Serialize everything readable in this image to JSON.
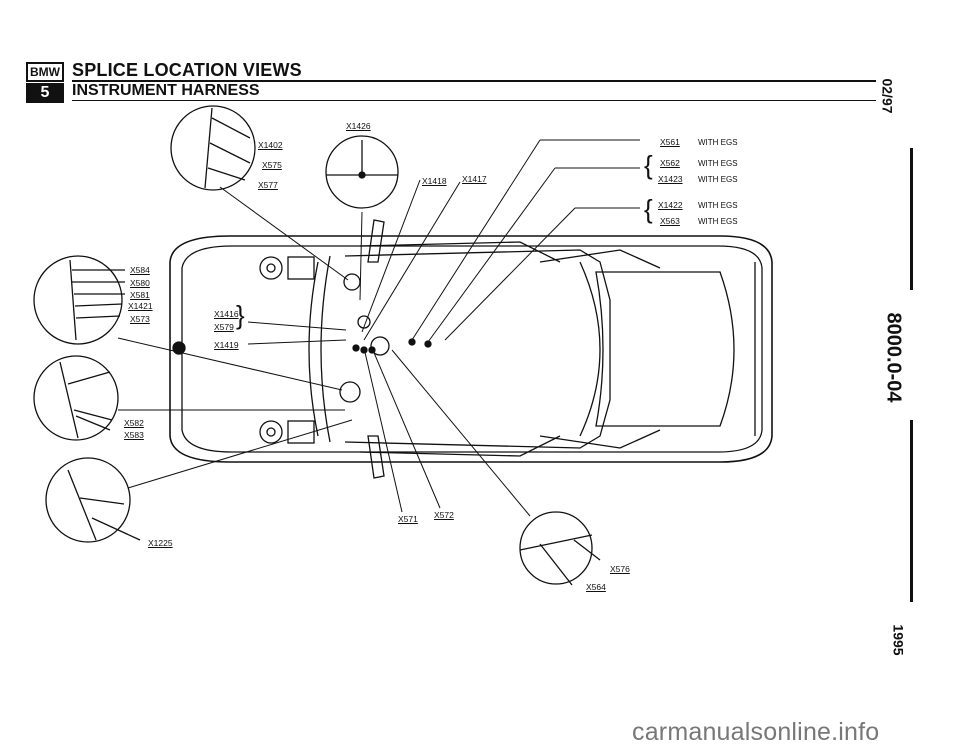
{
  "header": {
    "logo_top": "BMW",
    "logo_bottom": "5",
    "title": "SPLICE LOCATION VIEWS",
    "subtitle": "INSTRUMENT HARNESS"
  },
  "side": {
    "date": "02/97",
    "code": "8000.0-04",
    "year": "1995"
  },
  "labels": {
    "x1426": "X1426",
    "x1402": "X1402",
    "x575": "X575",
    "x577": "X577",
    "x1418": "X1418",
    "x1417": "X1417",
    "x584": "X584",
    "x580": "X580",
    "x581": "X581",
    "x1421": "X1421",
    "x573": "X573",
    "x1416": "X1416",
    "x579": "X579",
    "x1419": "X1419",
    "x582": "X582",
    "x583": "X583",
    "x1225": "X1225",
    "x571": "X571",
    "x572": "X572",
    "x576": "X576",
    "x564": "X564"
  },
  "egs_list": [
    {
      "id": "X561",
      "note": "WITH EGS"
    },
    {
      "id": "X562",
      "note": "WITH EGS"
    },
    {
      "id": "X1423",
      "note": "WITH EGS"
    },
    {
      "id": "X1422",
      "note": "WITH EGS"
    },
    {
      "id": "X563",
      "note": "WITH EGS"
    }
  ],
  "watermark": "carmanualsonline.info"
}
